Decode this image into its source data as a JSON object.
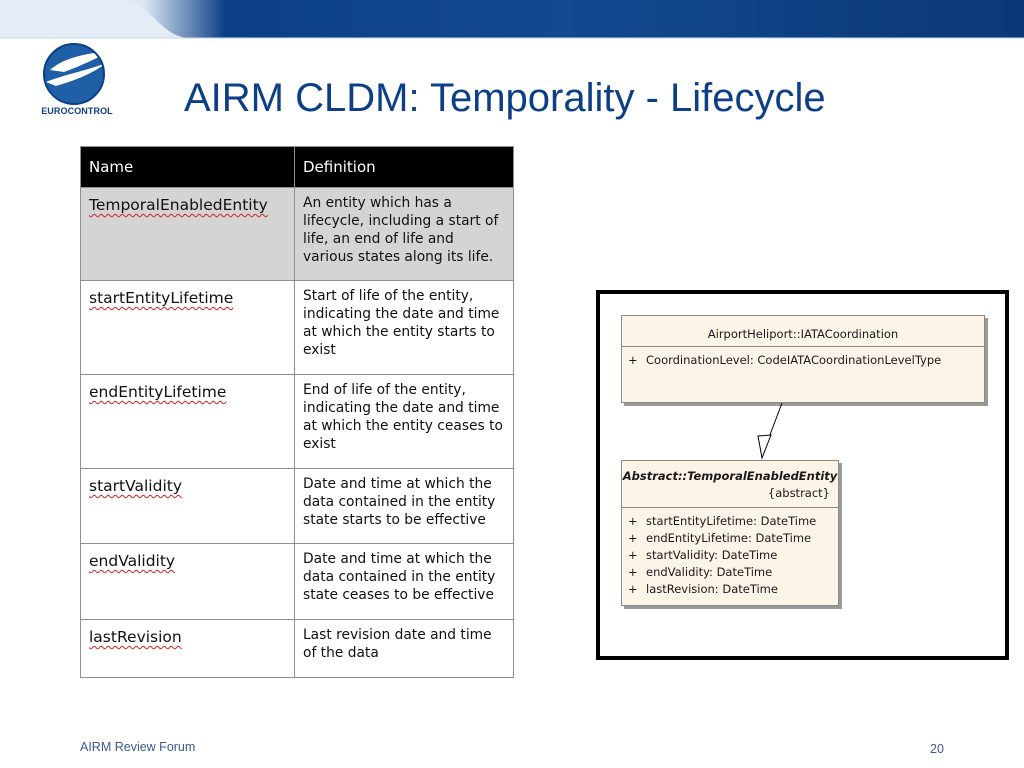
{
  "slide": {
    "title": "AIRM CLDM: Temporality - Lifecycle",
    "logo_text": "EUROCONTROL",
    "footer_left": "AIRM Review Forum",
    "page_number": "20"
  },
  "table": {
    "headers": [
      "Name",
      "Definition"
    ],
    "rows": [
      {
        "name": "TemporalEnabledEntity",
        "definition": "An entity which has a lifecycle, including a start of life, an end of life and various states along its life."
      },
      {
        "name": "startEntityLifetime",
        "definition": "Start of life of the entity, indicating the date and time at which the entity starts to exist"
      },
      {
        "name": "endEntityLifetime",
        "definition": "End of life of the entity, indicating the date and time at which the entity ceases to exist"
      },
      {
        "name": "startValidity",
        "definition": "Date and time at which the data contained in the entity state starts to be effective"
      },
      {
        "name": "endValidity",
        "definition": "Date and time at which the data contained in the entity state ceases to be effective"
      },
      {
        "name": "lastRevision",
        "definition": "Last revision date and time of the data"
      }
    ]
  },
  "uml": {
    "subclass": {
      "name": "AirportHeliport::IATACoordination",
      "attributes": [
        {
          "visibility": "+",
          "text": "CoordinationLevel:  CodeIATACoordinationLevelType"
        }
      ]
    },
    "superclass": {
      "name": "Abstract::TemporalEnabledEntity",
      "stereotype": "{abstract}",
      "attributes": [
        {
          "visibility": "+",
          "text": "startEntityLifetime:  DateTime"
        },
        {
          "visibility": "+",
          "text": "endEntityLifetime:  DateTime"
        },
        {
          "visibility": "+",
          "text": "startValidity:  DateTime"
        },
        {
          "visibility": "+",
          "text": "endValidity:  DateTime"
        },
        {
          "visibility": "+",
          "text": "lastRevision:  DateTime"
        }
      ]
    }
  },
  "colors": {
    "brand_blue": "#0d3f86",
    "table_header": "#000000",
    "shaded_row": "#d4d4d4",
    "uml_fill": "#fdf4e8"
  }
}
